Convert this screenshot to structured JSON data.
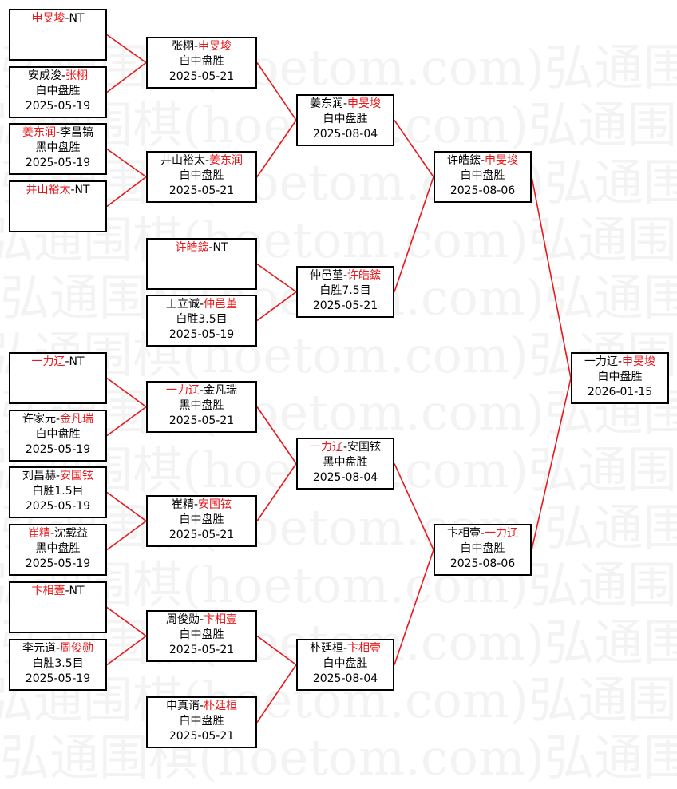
{
  "watermark": "弘通围棋(hoetom.com)弘通围棋(hoetom.com)",
  "boxes": [
    {
      "id": "r1-1",
      "a": "申旻埈",
      "b": "NT",
      "winner": "a"
    },
    {
      "id": "r1-2",
      "a": "安成浚",
      "b": "张栩",
      "winner": "b",
      "result": "白中盘胜",
      "date": "2025-05-19"
    },
    {
      "id": "r1-3",
      "a": "姜东润",
      "b": "李昌镐",
      "winner": "a",
      "result": "黑中盘胜",
      "date": "2025-05-19"
    },
    {
      "id": "r1-4",
      "a": "井山裕太",
      "b": "NT",
      "winner": "a"
    },
    {
      "id": "r1-5",
      "a": "许皓鋐",
      "b": "NT",
      "winner": "a"
    },
    {
      "id": "r1-6",
      "a": "王立诚",
      "b": "仲邑堇",
      "winner": "b",
      "result": "白胜3.5目",
      "date": "2025-05-19"
    },
    {
      "id": "r1-7",
      "a": "一力辽",
      "b": "NT",
      "winner": "a"
    },
    {
      "id": "r1-8",
      "a": "许家元",
      "b": "金凡瑞",
      "winner": "b",
      "result": "白中盘胜",
      "date": "2025-05-19"
    },
    {
      "id": "r1-9",
      "a": "刘昌赫",
      "b": "安国铉",
      "winner": "b",
      "result": "白胜1.5目",
      "date": "2025-05-19"
    },
    {
      "id": "r1-10",
      "a": "崔精",
      "b": "沈载益",
      "winner": "a",
      "result": "黑中盘胜",
      "date": "2025-05-19"
    },
    {
      "id": "r1-11",
      "a": "卞相壹",
      "b": "NT",
      "winner": "a"
    },
    {
      "id": "r1-12",
      "a": "李元道",
      "b": "周俊勋",
      "winner": "b",
      "result": "白胜3.5目",
      "date": "2025-05-19"
    },
    {
      "id": "r2-1",
      "a": "张栩",
      "b": "申旻埈",
      "winner": "b",
      "result": "白中盘胜",
      "date": "2025-05-21"
    },
    {
      "id": "r2-2",
      "a": "井山裕太",
      "b": "姜东润",
      "winner": "b",
      "result": "白中盘胜",
      "date": "2025-05-21"
    },
    {
      "id": "r2-3",
      "a": "一力辽",
      "b": "金凡瑞",
      "winner": "a",
      "result": "黑中盘胜",
      "date": "2025-05-21"
    },
    {
      "id": "r2-4",
      "a": "崔精",
      "b": "安国铉",
      "winner": "b",
      "result": "白中盘胜",
      "date": "2025-05-21"
    },
    {
      "id": "r2-5",
      "a": "周俊勋",
      "b": "卞相壹",
      "winner": "b",
      "result": "白中盘胜",
      "date": "2025-05-21"
    },
    {
      "id": "r2-6",
      "a": "申真谞",
      "b": "朴廷桓",
      "winner": "b",
      "result": "白中盘胜",
      "date": "2025-05-21"
    },
    {
      "id": "r3-1",
      "a": "姜东润",
      "b": "申旻埈",
      "winner": "b",
      "result": "白中盘胜",
      "date": "2025-08-04"
    },
    {
      "id": "r3-2",
      "a": "仲邑堇",
      "b": "许皓鋐",
      "winner": "b",
      "result": "白胜7.5目",
      "date": "2025-05-21"
    },
    {
      "id": "r3-3",
      "a": "一力辽",
      "b": "安国铉",
      "winner": "a",
      "result": "黑中盘胜",
      "date": "2025-08-04"
    },
    {
      "id": "r3-4",
      "a": "朴廷桓",
      "b": "卞相壹",
      "winner": "b",
      "result": "白中盘胜",
      "date": "2025-08-04"
    },
    {
      "id": "r4-1",
      "a": "许皓鋐",
      "b": "申旻埈",
      "winner": "b",
      "result": "白中盘胜",
      "date": "2025-08-06"
    },
    {
      "id": "r4-2",
      "a": "卞相壹",
      "b": "一力辽",
      "winner": "b",
      "result": "白中盘胜",
      "date": "2025-08-06"
    },
    {
      "id": "final",
      "a": "一力辽",
      "b": "申旻埈",
      "winner": "b",
      "result": "白中盘胜",
      "date": "2026-01-15"
    }
  ],
  "colors": {
    "winner": "#e8181c",
    "connector": "#e8181c",
    "border": "#000000",
    "text": "#000000"
  }
}
